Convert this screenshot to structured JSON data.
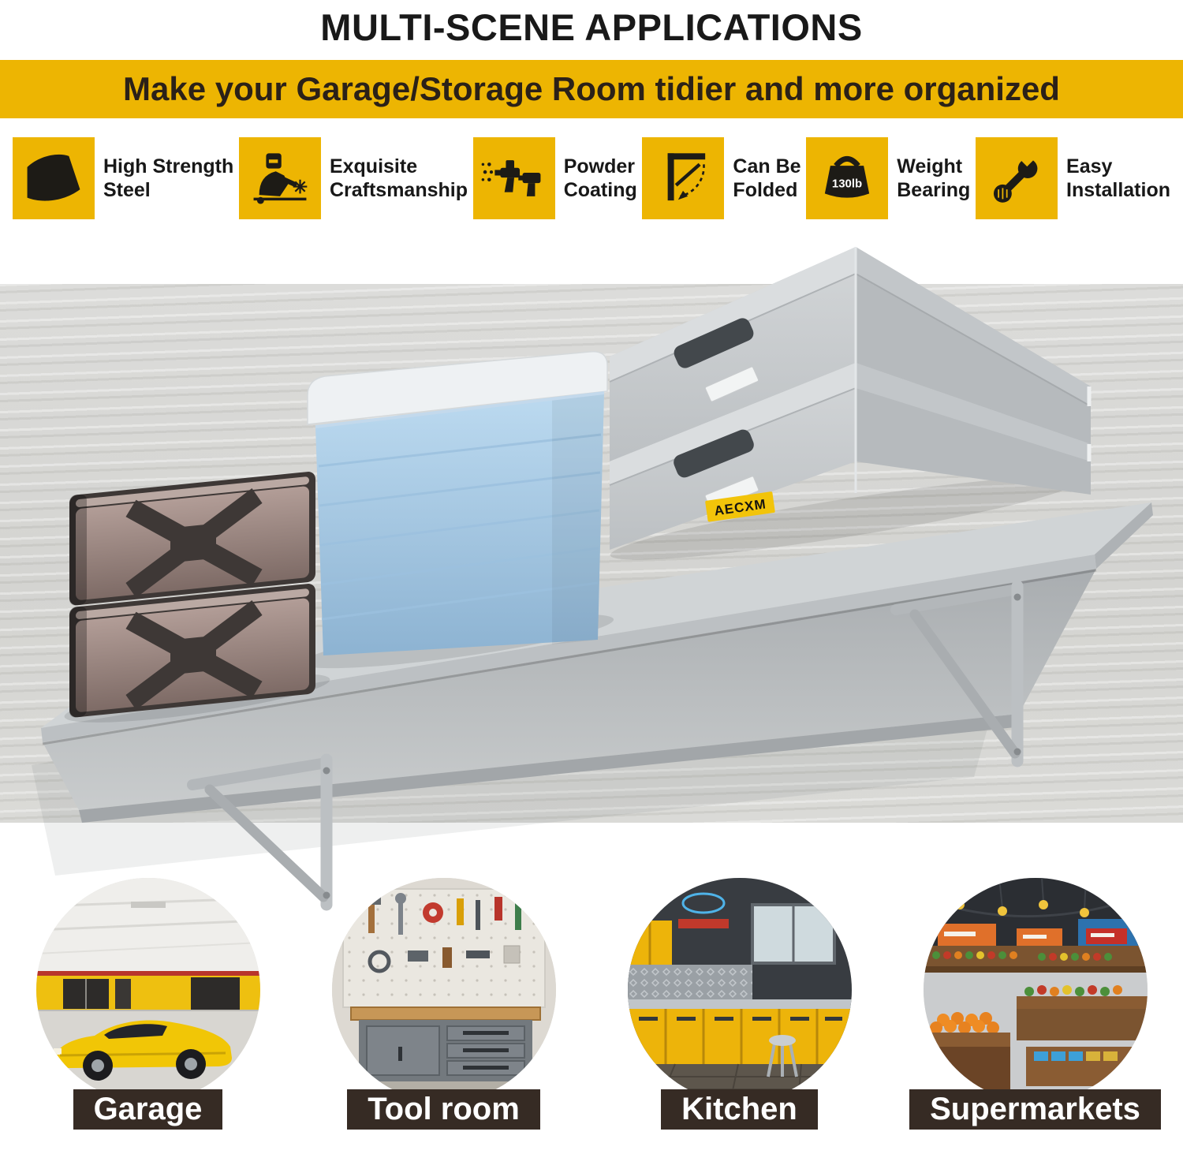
{
  "colors": {
    "accent_yellow": "#EDB502",
    "title_text": "#191919",
    "banner_text": "#2B2118",
    "badge_bg": "#362B24",
    "badge_text": "#FFFFFF",
    "shelf_gray": "#C9CCCD",
    "bin_blue": "#A9CDE9"
  },
  "header": {
    "title": "MULTI-SCENE APPLICATIONS",
    "subtitle": "Make your Garage/Storage Room tidier and more organized"
  },
  "features": [
    {
      "icon": "steel-plate-icon",
      "line1": "High Strength",
      "line2": "Steel"
    },
    {
      "icon": "welder-icon",
      "line1": "Exquisite",
      "line2": "Craftsmanship"
    },
    {
      "icon": "spray-gun-icon",
      "line1": "Powder",
      "line2": "Coating"
    },
    {
      "icon": "folding-bracket-icon",
      "line1": "Can Be",
      "line2": "Folded"
    },
    {
      "icon": "weight-icon",
      "icon_text": "130lb",
      "line1": "Weight",
      "line2": "Bearing"
    },
    {
      "icon": "wrench-hand-icon",
      "line1": "Easy",
      "line2": "Installation"
    }
  ],
  "product": {
    "brand": "AECXM"
  },
  "scenes": [
    {
      "label": "Garage"
    },
    {
      "label": "Tool room"
    },
    {
      "label": "Kitchen"
    },
    {
      "label": "Supermarkets"
    }
  ]
}
